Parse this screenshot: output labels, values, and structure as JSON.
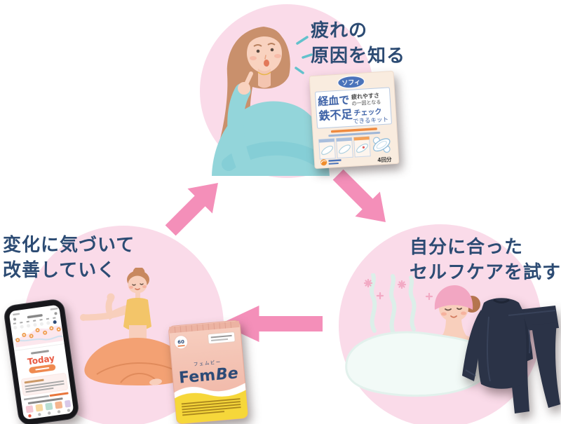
{
  "steps": {
    "top": {
      "line1": "疲れの",
      "line2": "原因を知る"
    },
    "bottom_right": {
      "line1": "自分に合った",
      "line2": "セルフケアを試す"
    },
    "bottom_left": {
      "line1": "変化に気づいて",
      "line2": "改善していく"
    }
  },
  "products": {
    "check_kit": {
      "brand": "ソフィ",
      "headline_lead": "経血で",
      "lead_sub1": "疲れやすさ",
      "lead_sub2": "の一因となる",
      "headline_main": "鉄不足",
      "headline_main2": "チェック",
      "headline_tail": "できるキット",
      "count": "4回分",
      "maker_logo": "unicharm-logo"
    },
    "fembe": {
      "kana": "フェムビー",
      "brand_a": "Fem",
      "brand_b": "Be",
      "badge": "60"
    },
    "app": {
      "today": "Today"
    }
  },
  "icons": {
    "arrows": [
      "cycle-arrow-up-right",
      "cycle-arrow-down-right",
      "cycle-arrow-left"
    ],
    "marks": [
      "notice-dash-marks",
      "steam-swirl",
      "sparkle-flower"
    ]
  },
  "colors": {
    "circle-pink": "#fadbe9",
    "arrow-pink": "#f48fb9",
    "text-navy": "#2c4b73",
    "sweater-teal": "#93d5da",
    "kit-blue": "#3a5fa5",
    "fembe-navy": "#2c4a76",
    "fembe-yellow": "#f6d73a",
    "app-orange": "#e85840",
    "clothing-navy": "#2b3347"
  }
}
